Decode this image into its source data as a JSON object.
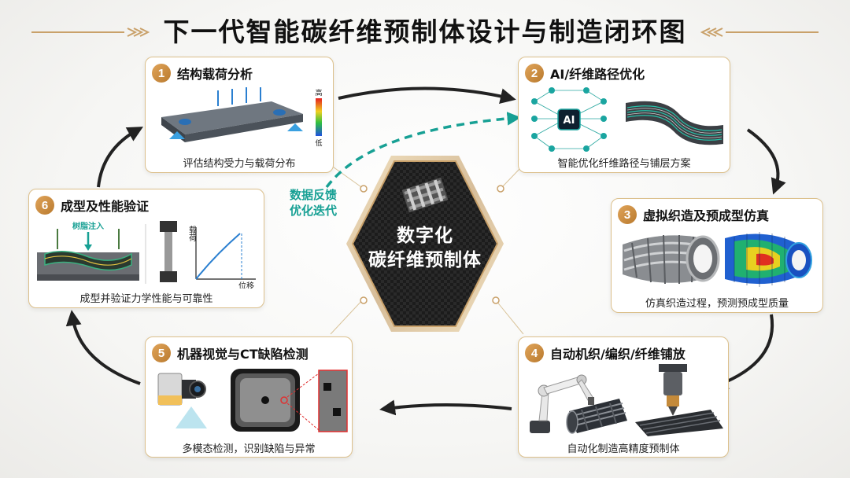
{
  "title": "下一代智能碳纤维预制体设计与制造闭环图",
  "center": {
    "line1": "数字化",
    "line2": "碳纤维预制体"
  },
  "feedback": {
    "line1": "数据反馈",
    "line2": "优化迭代"
  },
  "colors": {
    "gold": "#c9a16a",
    "teal": "#17a094",
    "arrow": "#222222",
    "number": "#c0843a"
  },
  "steps": [
    {
      "num": "1",
      "title": "结构载荷分析",
      "caption": "评估结构受力与载荷分布",
      "legend_high": "高",
      "legend_low": "低"
    },
    {
      "num": "2",
      "title": "AI/纤维路径优化",
      "caption": "智能优化纤维路径与铺层方案",
      "ai_label": "AI"
    },
    {
      "num": "3",
      "title": "虚拟织造及预成型仿真",
      "caption": "仿真织造过程，预测预成型质量"
    },
    {
      "num": "4",
      "title": "自动机织/编织/纤维铺放",
      "caption": "自动化制造高精度预制体"
    },
    {
      "num": "5",
      "title": "机器视觉与CT缺陷检测",
      "caption": "多模态检测，识别缺陷与异常"
    },
    {
      "num": "6",
      "title": "成型及性能验证",
      "caption": "成型并验证力学性能与可靠性",
      "resin_label": "树脂注入",
      "y_axis": "载荷",
      "x_axis": "位移"
    }
  ]
}
